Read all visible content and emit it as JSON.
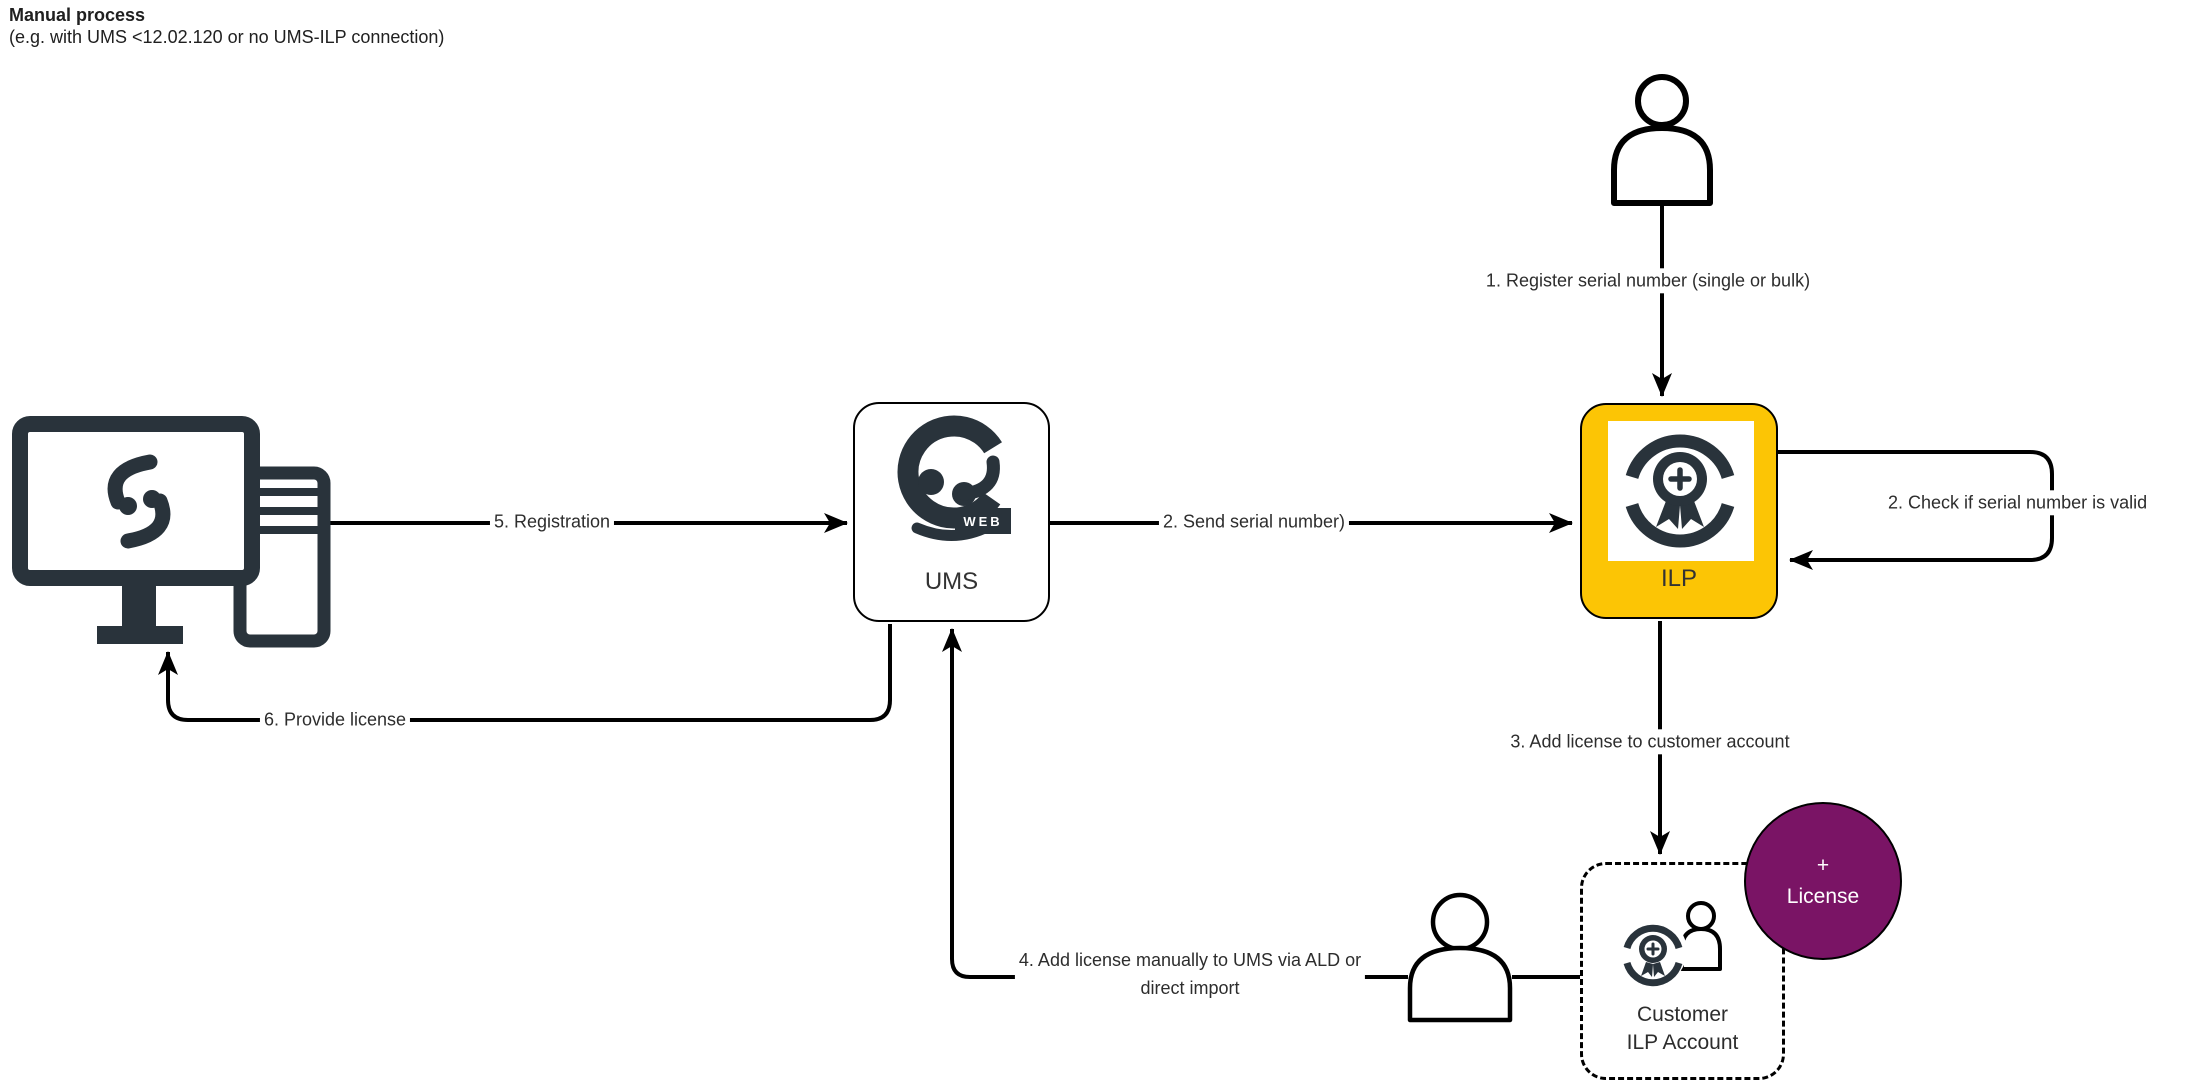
{
  "diagram": {
    "title": "Manual process",
    "subtitle": "(e.g. with UMS <12.02.120 or no UMS-ILP connection)"
  },
  "nodes": {
    "ums": {
      "label": "UMS",
      "badge": "WEB"
    },
    "ilp": {
      "label": "ILP"
    },
    "customer_account": {
      "label_line1": "Customer",
      "label_line2": "ILP Account"
    },
    "license_circle": {
      "line1": "+",
      "line2": "License"
    }
  },
  "edge_labels": {
    "step1": "1. Register serial number (single or bulk)",
    "step2_send": "2. Send serial number)",
    "step2_check": "2. Check if serial number is valid",
    "step3": "3. Add license to customer account",
    "step4_line1": "4. Add license manually to UMS via ALD or",
    "step4_line2": "direct import",
    "step5": "5. Registration",
    "step6": "6. Provide license"
  },
  "colors": {
    "ilp_yellow": "#FCC505",
    "license_purple": "#7A1465",
    "icon_dark": "#29333B",
    "line_black": "#000000"
  }
}
